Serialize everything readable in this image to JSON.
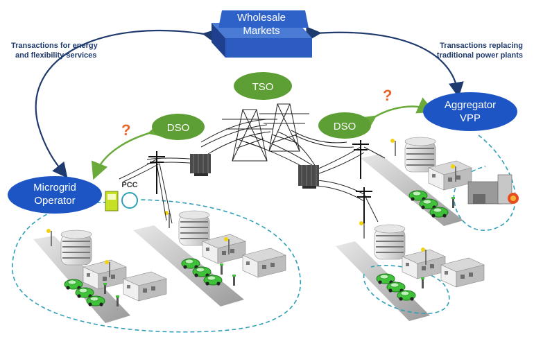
{
  "nodes": {
    "wholesale": {
      "line1": "Wholesale",
      "line2": "Markets"
    },
    "tso": "TSO",
    "dso_left": "DSO",
    "dso_right": "DSO",
    "microgrid": {
      "line1": "Microgrid",
      "line2": "Operator"
    },
    "aggregator": {
      "line1": "Aggregator",
      "line2": "VPP"
    },
    "pcc": "PCC"
  },
  "annotations": {
    "left": {
      "line1": "Transactions  for energy",
      "line2": "and flexibility  services"
    },
    "right": {
      "line1": "Transactions replacing",
      "line2": "traditional  power plants"
    },
    "question_mark": "?"
  },
  "colors": {
    "navy": "#1f3a6e",
    "oval_blue": "#1d56c4",
    "dso_green": "#5e9f35",
    "arrow_green": "#6aaa3a",
    "dashed_teal": "#2e9fb8",
    "car_green": "#3fc13a",
    "question_orange": "#e8662a"
  }
}
